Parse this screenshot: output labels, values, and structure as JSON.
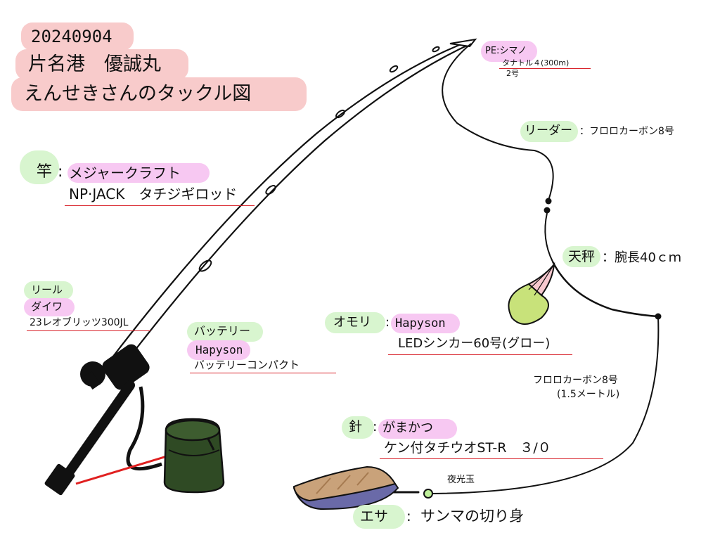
{
  "header": {
    "date": "20240904",
    "place": "片名港　優誠丸",
    "subtitle": "えんせきさんのタックル図"
  },
  "rod": {
    "label": "竿",
    "brand": "メジャークラフト",
    "model": "NP·JACK　タチジギロッド"
  },
  "reel": {
    "label": "リール",
    "brand": "ダイワ",
    "model": "23レオブリッツ300JL"
  },
  "battery": {
    "label": "バッテリー",
    "brand": "Hapyson",
    "model": "バッテリーコンパクト"
  },
  "pe_line": {
    "label": "PE:シマノ",
    "model": "タナトル４(300m)",
    "size": "2号"
  },
  "leader": {
    "label": "リーダー",
    "spec": "：フロロカーボン8号"
  },
  "tenbin": {
    "label": "天秤",
    "spec": "：腕長40ｃｍ"
  },
  "sinker": {
    "label": "オモリ",
    "brand": "Hapyson",
    "model": "LEDシンカー60号(グロー)"
  },
  "harness": {
    "line": "フロロカーボン8号",
    "length": "(1.5メートル)"
  },
  "hook": {
    "label": "針",
    "brand": "がまかつ",
    "model": "ケン付タチウオST-R　３/０"
  },
  "glow_bead": {
    "label": "夜光玉"
  },
  "bait": {
    "label": "エサ",
    "spec": "サンマの切り身"
  },
  "colors": {
    "header_pill": "#f8cbcb",
    "brand_pill": "#f7c8f2",
    "label_pill": "#d8f5cf",
    "underline": "#d8222a",
    "sinker_green": "#c8e27a",
    "sinker_pink": "#f7c8cf",
    "battery_green": "#2f4a24",
    "bait_tan": "#c9a27a",
    "bait_purple": "#6a6aa8",
    "cable_red": "#e02020"
  }
}
